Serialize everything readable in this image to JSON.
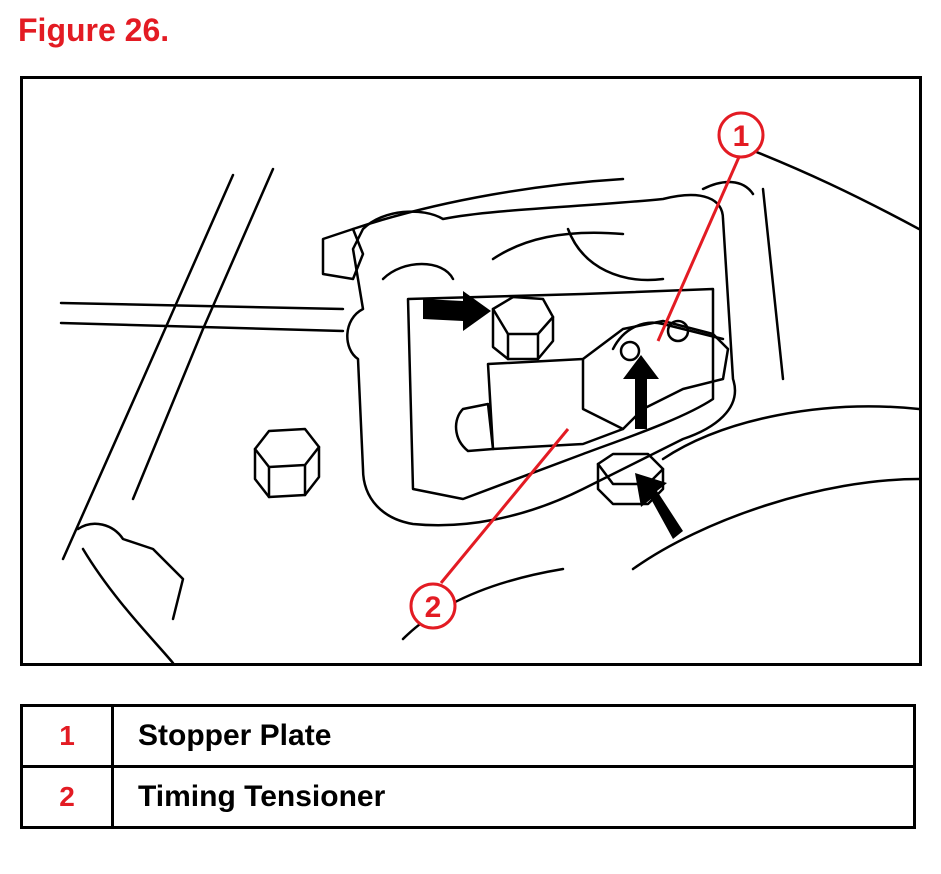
{
  "figure": {
    "title": "Figure 26.",
    "callouts": [
      {
        "number": "1"
      },
      {
        "number": "2"
      }
    ]
  },
  "legend": {
    "rows": [
      {
        "number": "1",
        "label": "Stopper Plate"
      },
      {
        "number": "2",
        "label": "Timing Tensioner"
      }
    ]
  },
  "colors": {
    "accent": "#e31b23",
    "line": "#000000",
    "background": "#ffffff"
  }
}
